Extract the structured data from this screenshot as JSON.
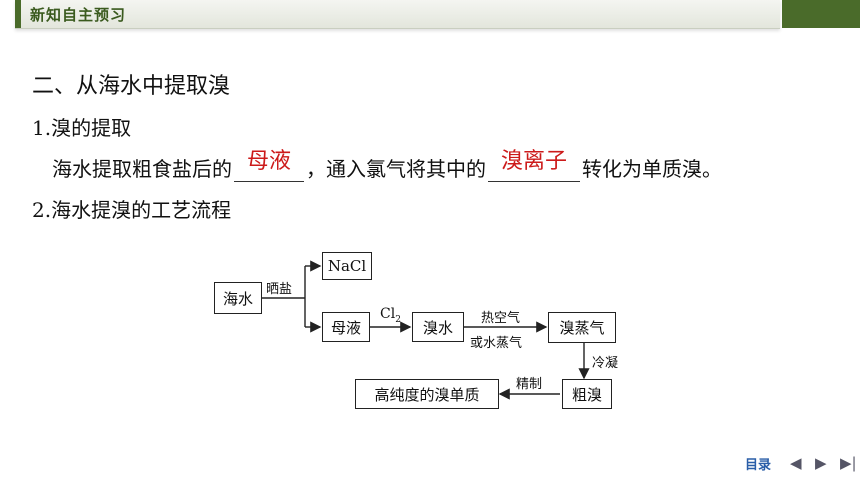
{
  "header": {
    "title": "新知自主预习"
  },
  "section": {
    "heading": "二、从海水中提取溴",
    "sub1": "1.溴的提取",
    "sentence": {
      "part1": "海水提取粗食盐后的",
      "answer1": "母液",
      "part2": "，通入氯气将其中的",
      "answer2": "溴离子",
      "part3": "转化为单质溴。"
    },
    "sub2": "2.海水提溴的工艺流程"
  },
  "flow": {
    "seawater": "海水",
    "sun_salt": "晒盐",
    "nacl": "NaCl",
    "mother_liquor": "母液",
    "cl2": "Cl",
    "cl2_sub": "2",
    "bromine_water": "溴水",
    "hot_air": "热空气",
    "or_steam": "或水蒸气",
    "bromine_vapor": "溴蒸气",
    "condense": "冷凝",
    "crude_bromine": "粗溴",
    "refine": "精制",
    "pure_bromine": "高纯度的溴单质"
  },
  "nav": {
    "toc": "目录"
  },
  "colors": {
    "accent_green": "#4a6b2a",
    "answer_red": "#cc1a1a",
    "nav_blue": "#2a5ea8"
  }
}
